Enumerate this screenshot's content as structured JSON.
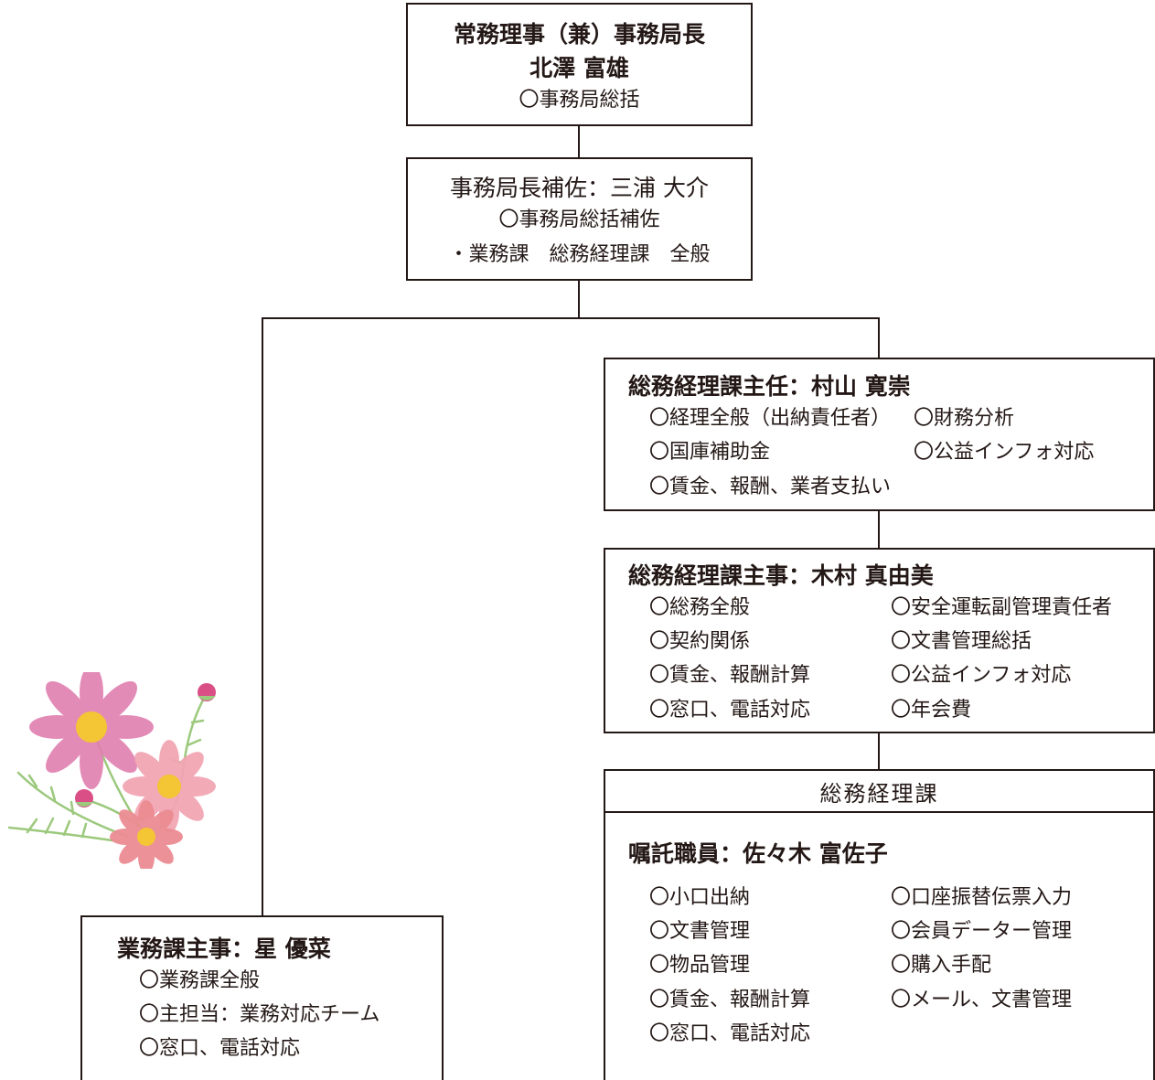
{
  "top": {
    "role": "常務理事（兼）事務局長",
    "name": "北澤  富雄",
    "duty": "〇事務局総括"
  },
  "deputy": {
    "title": "事務局長補佐：三浦  大介",
    "duty": "〇事務局総括補佐",
    "scope": "・業務課　総務経理課　全般"
  },
  "chief": {
    "title": "総務経理課主任：村山  寛崇",
    "col1": [
      "〇経理全般（出納責任者）",
      "〇国庫補助金",
      "〇賃金、報酬、業者支払い"
    ],
    "col2": [
      "〇財務分析",
      "〇公益インフォ対応"
    ]
  },
  "clerk": {
    "title": "総務経理課主事：木村  真由美",
    "col1": [
      "〇総務全般",
      "〇契約関係",
      "〇賃金、報酬計算",
      "〇窓口、電話対応"
    ],
    "col2": [
      "〇安全運転副管理責任者",
      "〇文書管理総括",
      "〇公益インフォ対応",
      "〇年会費"
    ]
  },
  "section": {
    "header": "総務経理課",
    "title": "嘱託職員：佐々木  富佐子",
    "col1": [
      "〇小口出納",
      "〇文書管理",
      "〇物品管理",
      "〇賃金、報酬計算",
      "〇窓口、電話対応"
    ],
    "col2": [
      "〇口座振替伝票入力",
      "〇会員データー管理",
      "〇購入手配",
      "〇メール、文書管理"
    ]
  },
  "gyomu": {
    "title": "業務課主事：星  優菜",
    "items": [
      "〇業務課全般",
      "〇主担当：業務対応チーム",
      "〇窓口、電話対応"
    ]
  },
  "colors": {
    "line": "#231815",
    "flower_pink": "#e07fb0",
    "flower_coral": "#ec8c93",
    "flower_center": "#f4c534",
    "stem": "#9cc97d"
  }
}
